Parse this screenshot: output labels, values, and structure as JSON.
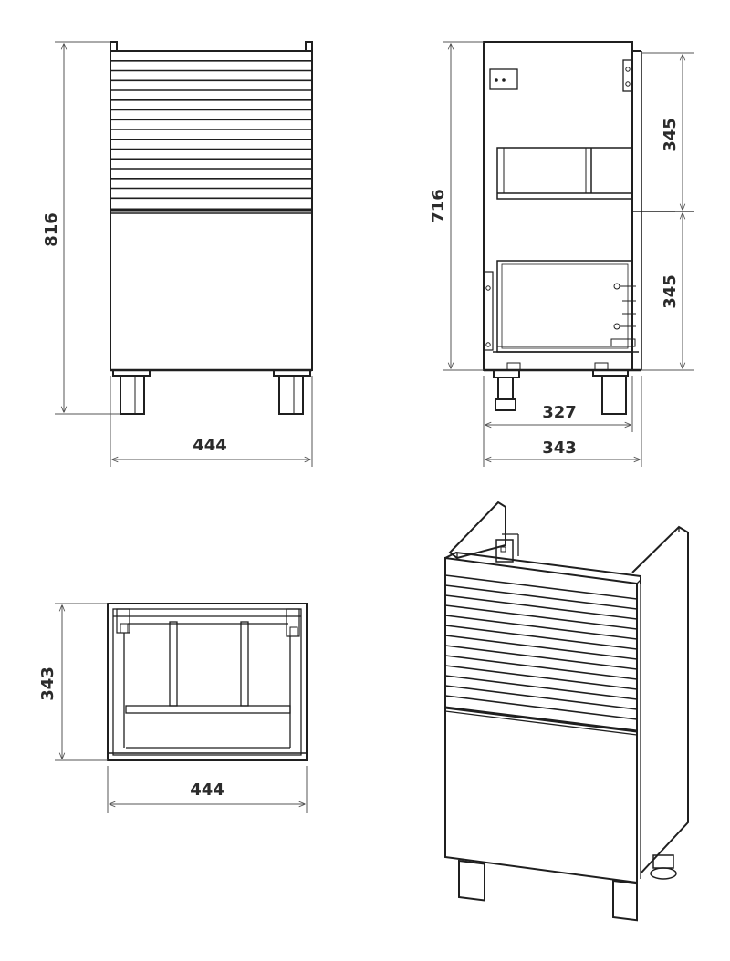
{
  "colors": {
    "line": "#1f1f1f",
    "dim_line": "#555555",
    "background": "#ffffff"
  },
  "front_view": {
    "height_label": "816",
    "width_label": "444"
  },
  "side_view": {
    "height_label": "716",
    "upper_label": "345",
    "lower_label": "345",
    "inner_depth_label": "327",
    "depth_label": "343"
  },
  "top_view": {
    "depth_label": "343",
    "width_label": "444"
  }
}
